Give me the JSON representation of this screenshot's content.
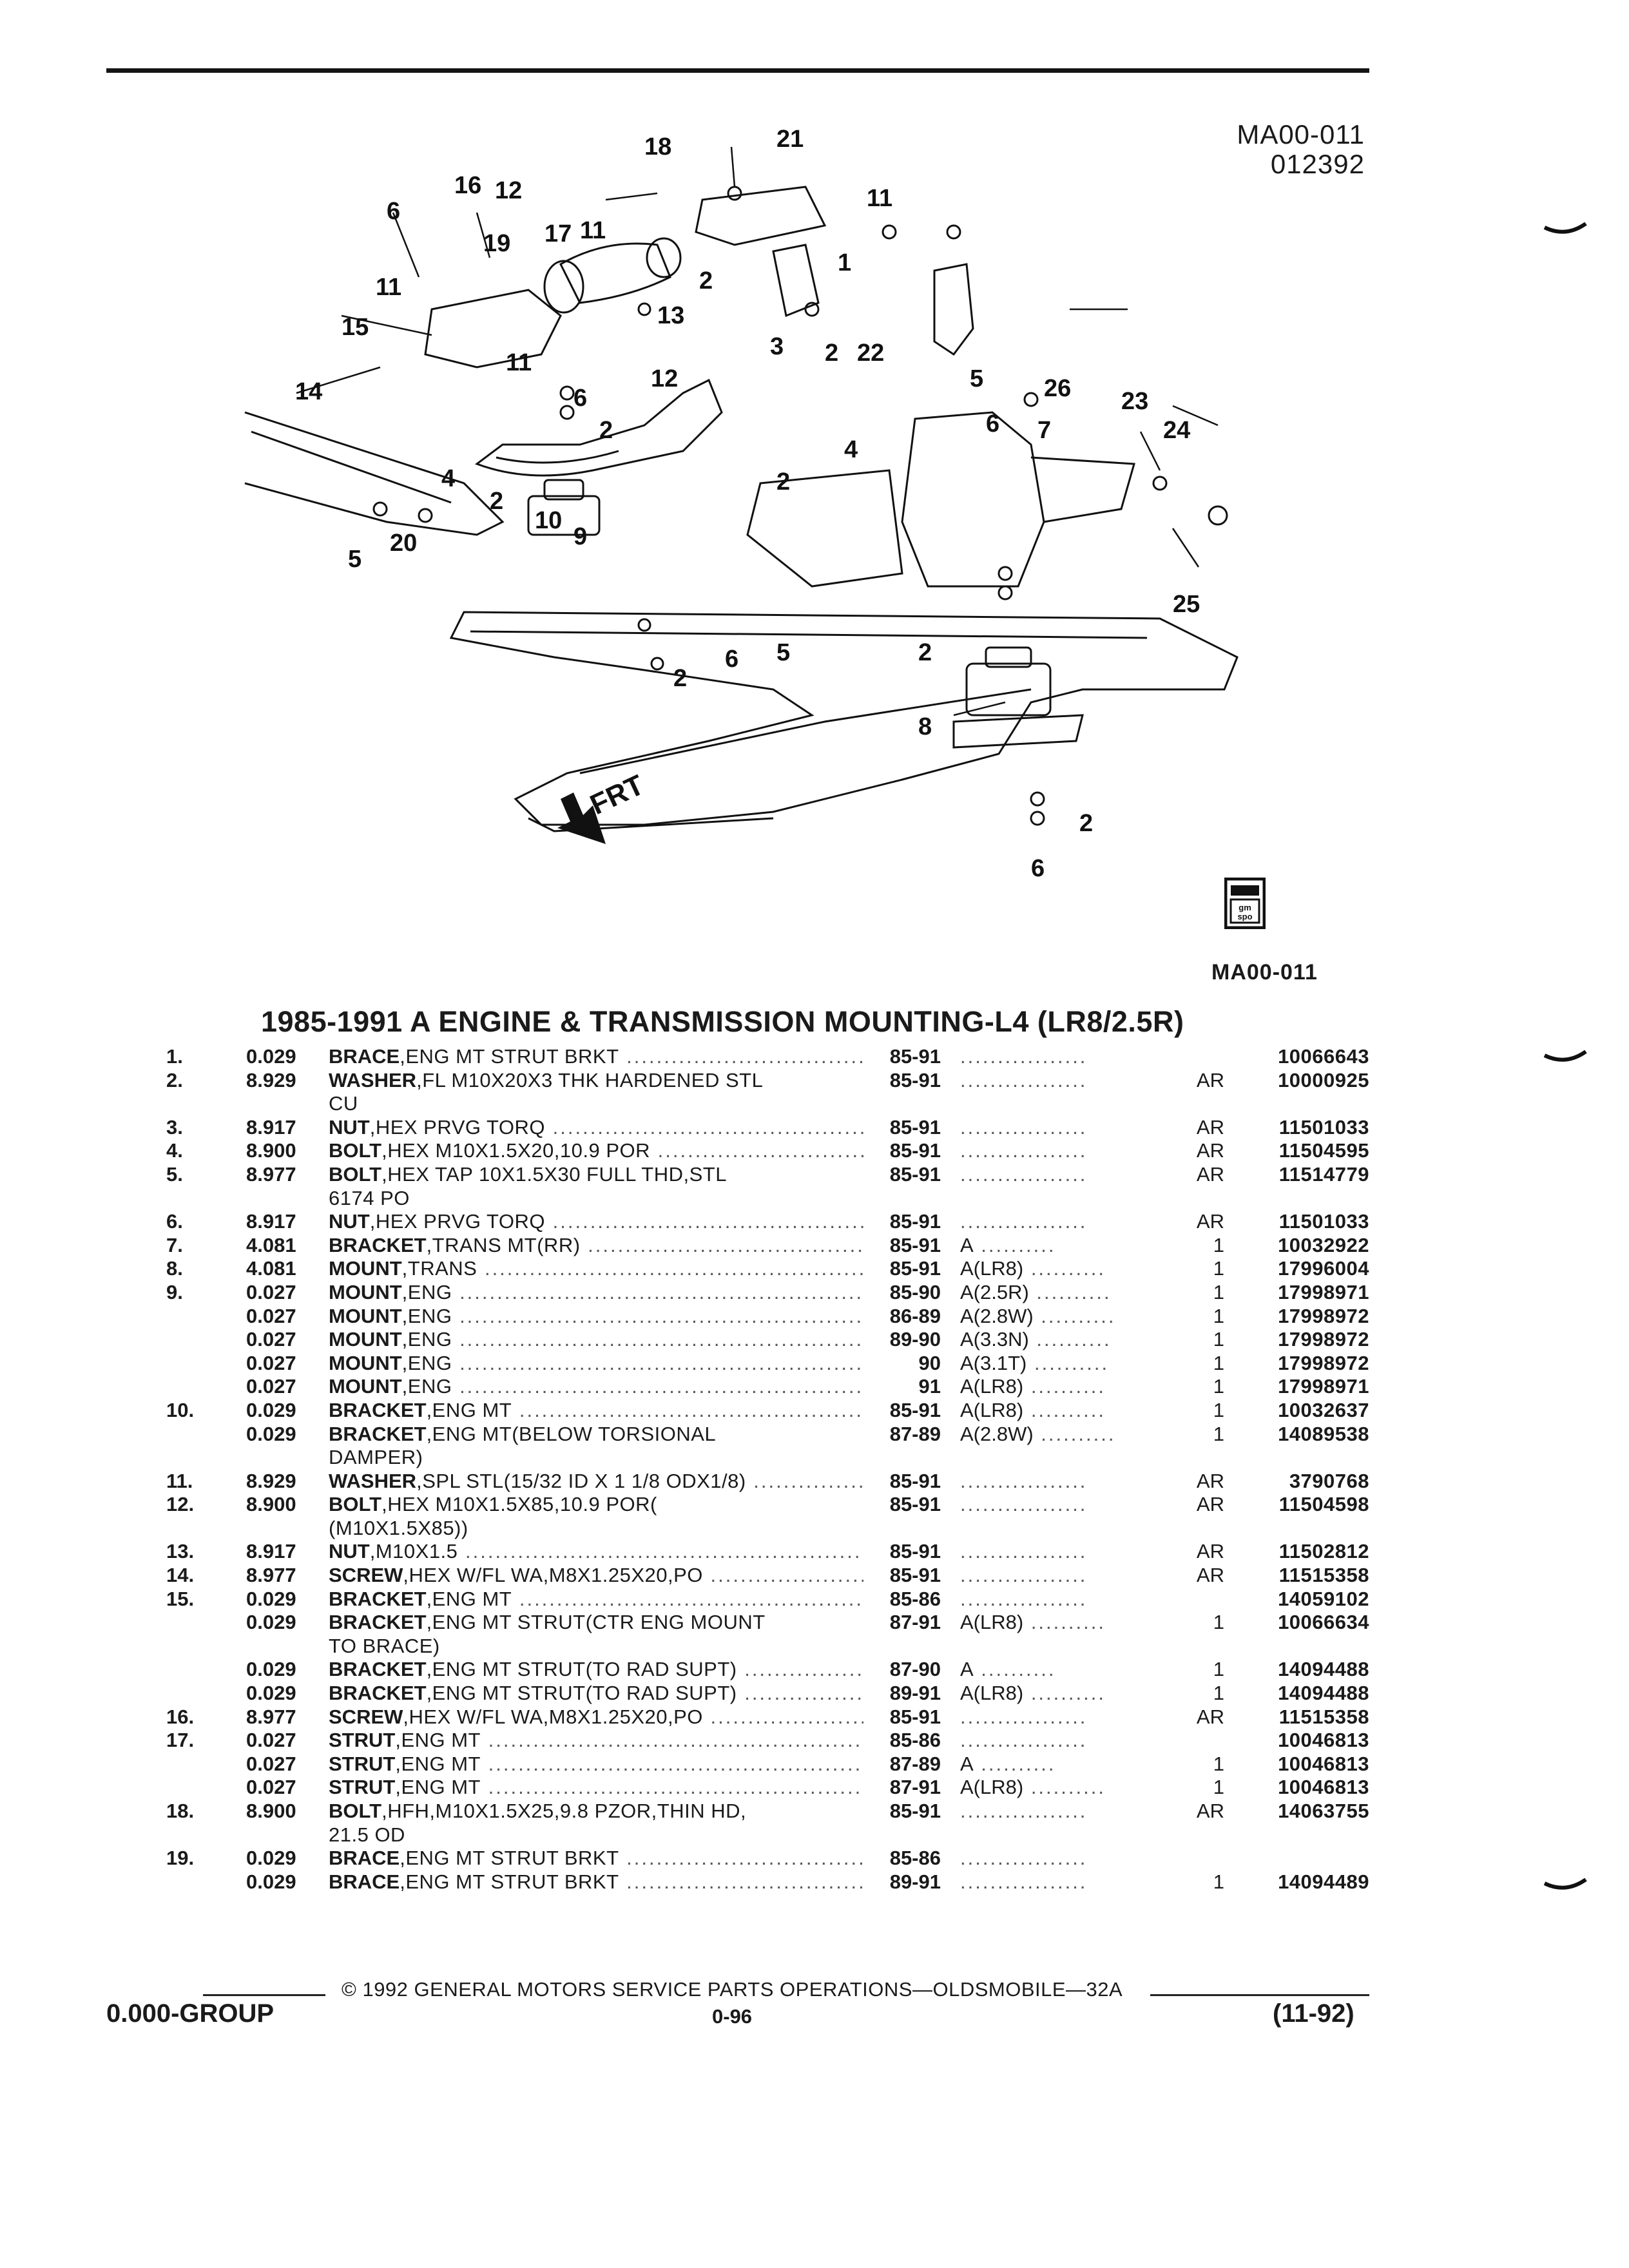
{
  "header": {
    "ref_code": "MA00-011",
    "ref_date": "012392"
  },
  "diagram": {
    "callouts": [
      "18",
      "21",
      "16",
      "12",
      "6",
      "11",
      "17",
      "11",
      "19",
      "1",
      "11",
      "2",
      "13",
      "3",
      "2",
      "22",
      "15",
      "14",
      "11",
      "12",
      "6",
      "5",
      "26",
      "2",
      "4",
      "6",
      "7",
      "23",
      "24",
      "4",
      "2",
      "10",
      "9",
      "5",
      "20",
      "2",
      "5",
      "25",
      "2",
      "6",
      "2",
      "8",
      "2",
      "6"
    ],
    "front_label": "FRT",
    "logo_text": "gm spo",
    "ref_code": "MA00-011"
  },
  "section_title": "1985-1991 A ENGINE & TRANSMISSION MOUNTING-L4 (LR8/2.5R)",
  "parts": [
    {
      "item": "1.",
      "code": "0.029",
      "name": "BRACE",
      "detail": ",ENG MT STRUT BRKT",
      "years": "85-91",
      "app": "",
      "qty": "",
      "part": "10066643"
    },
    {
      "item": "2.",
      "code": "8.929",
      "name": "WASHER",
      "detail": ",FL M10X20X3 THK HARDENED STL",
      "cont": "CU",
      "years": "85-91",
      "app": "",
      "qty": "AR",
      "part": "10000925"
    },
    {
      "item": "3.",
      "code": "8.917",
      "name": "NUT",
      "detail": ",HEX PRVG TORQ",
      "years": "85-91",
      "app": "",
      "qty": "AR",
      "part": "11501033"
    },
    {
      "item": "4.",
      "code": "8.900",
      "name": "BOLT",
      "detail": ",HEX M10X1.5X20,10.9 POR",
      "years": "85-91",
      "app": "",
      "qty": "AR",
      "part": "11504595"
    },
    {
      "item": "5.",
      "code": "8.977",
      "name": "BOLT",
      "detail": ",HEX TAP 10X1.5X30 FULL THD,STL",
      "cont": "6174 PO",
      "years": "85-91",
      "app": "",
      "qty": "AR",
      "part": "11514779"
    },
    {
      "item": "6.",
      "code": "8.917",
      "name": "NUT",
      "detail": ",HEX PRVG TORQ",
      "years": "85-91",
      "app": "",
      "qty": "AR",
      "part": "11501033"
    },
    {
      "item": "7.",
      "code": "4.081",
      "name": "BRACKET",
      "detail": ",TRANS MT(RR)",
      "years": "85-91",
      "app": "A",
      "qty": "1",
      "part": "10032922"
    },
    {
      "item": "8.",
      "code": "4.081",
      "name": "MOUNT",
      "detail": ",TRANS",
      "years": "85-91",
      "app": "A(LR8)",
      "qty": "1",
      "part": "17996004"
    },
    {
      "item": "9.",
      "code": "0.027",
      "name": "MOUNT",
      "detail": ",ENG",
      "years": "85-90",
      "app": "A(2.5R)",
      "qty": "1",
      "part": "17998971"
    },
    {
      "item": "",
      "code": "0.027",
      "name": "MOUNT",
      "detail": ",ENG",
      "years": "86-89",
      "app": "A(2.8W)",
      "qty": "1",
      "part": "17998972"
    },
    {
      "item": "",
      "code": "0.027",
      "name": "MOUNT",
      "detail": ",ENG",
      "years": "89-90",
      "app": "A(3.3N)",
      "qty": "1",
      "part": "17998972"
    },
    {
      "item": "",
      "code": "0.027",
      "name": "MOUNT",
      "detail": ",ENG",
      "years": "90",
      "app": "A(3.1T)",
      "qty": "1",
      "part": "17998972"
    },
    {
      "item": "",
      "code": "0.027",
      "name": "MOUNT",
      "detail": ",ENG",
      "years": "91",
      "app": "A(LR8)",
      "qty": "1",
      "part": "17998971"
    },
    {
      "item": "10.",
      "code": "0.029",
      "name": "BRACKET",
      "detail": ",ENG MT",
      "years": "85-91",
      "app": "A(LR8)",
      "qty": "1",
      "part": "10032637"
    },
    {
      "item": "",
      "code": "0.029",
      "name": "BRACKET",
      "detail": ",ENG MT(BELOW TORSIONAL",
      "cont": "DAMPER)",
      "years": "87-89",
      "app": "A(2.8W)",
      "qty": "1",
      "part": "14089538"
    },
    {
      "item": "11.",
      "code": "8.929",
      "name": "WASHER",
      "detail": ",SPL STL(15/32 ID X 1 1/8 ODX1/8)",
      "years": "85-91",
      "app": "",
      "qty": "AR",
      "part": "3790768"
    },
    {
      "item": "12.",
      "code": "8.900",
      "name": "BOLT",
      "detail": ",HEX M10X1.5X85,10.9 POR(",
      "cont": "(M10X1.5X85))",
      "years": "85-91",
      "app": "",
      "qty": "AR",
      "part": "11504598"
    },
    {
      "item": "13.",
      "code": "8.917",
      "name": "NUT",
      "detail": ",M10X1.5",
      "years": "85-91",
      "app": "",
      "qty": "AR",
      "part": "11502812"
    },
    {
      "item": "14.",
      "code": "8.977",
      "name": "SCREW",
      "detail": ",HEX W/FL WA,M8X1.25X20,PO",
      "years": "85-91",
      "app": "",
      "qty": "AR",
      "part": "11515358"
    },
    {
      "item": "15.",
      "code": "0.029",
      "name": "BRACKET",
      "detail": ",ENG MT",
      "years": "85-86",
      "app": "",
      "qty": "",
      "part": "14059102"
    },
    {
      "item": "",
      "code": "0.029",
      "name": "BRACKET",
      "detail": ",ENG MT STRUT(CTR ENG MOUNT",
      "cont": "TO BRACE)",
      "years": "87-91",
      "app": "A(LR8)",
      "qty": "1",
      "part": "10066634"
    },
    {
      "item": "",
      "code": "0.029",
      "name": "BRACKET",
      "detail": ",ENG MT STRUT(TO RAD SUPT)",
      "years": "87-90",
      "app": "A",
      "qty": "1",
      "part": "14094488"
    },
    {
      "item": "",
      "code": "0.029",
      "name": "BRACKET",
      "detail": ",ENG MT STRUT(TO RAD SUPT)",
      "years": "89-91",
      "app": "A(LR8)",
      "qty": "1",
      "part": "14094488"
    },
    {
      "item": "16.",
      "code": "8.977",
      "name": "SCREW",
      "detail": ",HEX W/FL WA,M8X1.25X20,PO",
      "years": "85-91",
      "app": "",
      "qty": "AR",
      "part": "11515358"
    },
    {
      "item": "17.",
      "code": "0.027",
      "name": "STRUT",
      "detail": ",ENG MT",
      "years": "85-86",
      "app": "",
      "qty": "",
      "part": "10046813"
    },
    {
      "item": "",
      "code": "0.027",
      "name": "STRUT",
      "detail": ",ENG MT",
      "years": "87-89",
      "app": "A",
      "qty": "1",
      "part": "10046813"
    },
    {
      "item": "",
      "code": "0.027",
      "name": "STRUT",
      "detail": ",ENG MT",
      "years": "87-91",
      "app": "A(LR8)",
      "qty": "1",
      "part": "10046813"
    },
    {
      "item": "18.",
      "code": "8.900",
      "name": "BOLT",
      "detail": ",HFH,M10X1.5X25,9.8 PZOR,THIN HD,",
      "cont": "21.5 OD",
      "years": "85-91",
      "app": "",
      "qty": "AR",
      "part": "14063755"
    },
    {
      "item": "19.",
      "code": "0.029",
      "name": "BRACE",
      "detail": ",ENG MT STRUT BRKT",
      "years": "85-86",
      "app": "",
      "qty": "",
      "part": ""
    },
    {
      "item": "",
      "code": "0.029",
      "name": "BRACE",
      "detail": ",ENG MT STRUT BRKT",
      "years": "89-91",
      "app": "",
      "qty": "1",
      "part": "14094489"
    }
  ],
  "footer": {
    "copyright": "© 1992 GENERAL MOTORS SERVICE PARTS OPERATIONS—OLDSMOBILE—32A",
    "group": "0.000-GROUP",
    "page": "0-96",
    "date": "(11-92)"
  }
}
